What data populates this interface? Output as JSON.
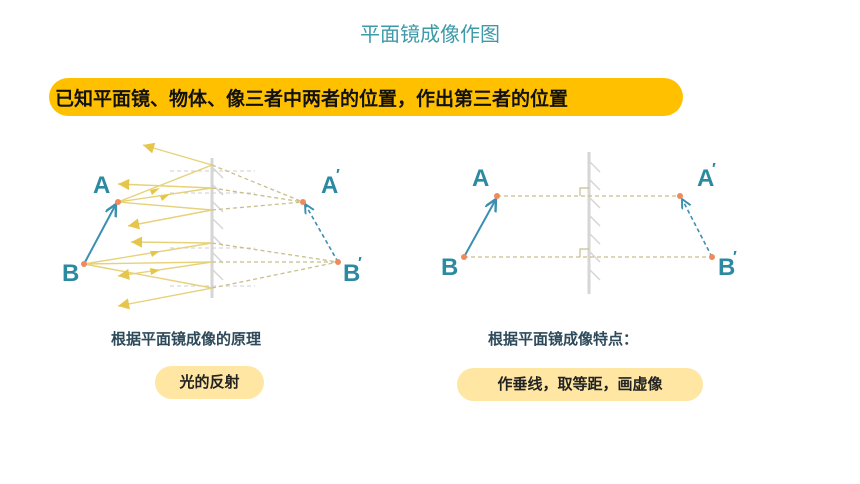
{
  "title": "平面镜成像作图",
  "banner": "已知平面镜、物体、像三者中两者的位置，作出第三者的位置",
  "left_diagram": {
    "labels": {
      "A": "A",
      "B": "B",
      "A_prime": "A",
      "B_prime": "B",
      "prime": "′"
    },
    "caption": "根据平面镜成像的原理",
    "pill": "光的反射"
  },
  "right_diagram": {
    "labels": {
      "A": "A",
      "B": "B",
      "A_prime": "A",
      "B_prime": "B",
      "prime": "′"
    },
    "caption": "根据平面镜成像特点：",
    "pill": "作垂线，取等距，画虚像"
  },
  "colors": {
    "title": "#3d9aa8",
    "banner": "#ffc000",
    "point_label": "#2b8aa0",
    "object_arrow": "#3b8fb0",
    "ray": "#e6d27a",
    "dashed": "#c8bf8a",
    "mirror": "#d6d6d6",
    "pill": "#ffe7a3"
  }
}
